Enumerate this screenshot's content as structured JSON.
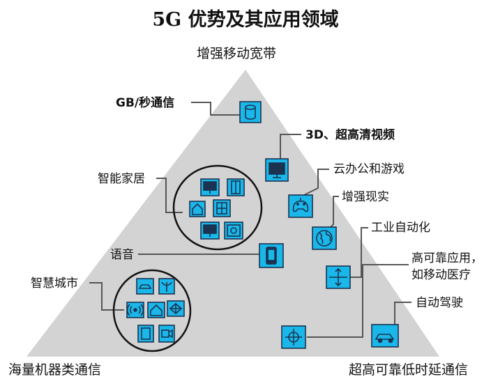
{
  "title": "5G 优势及其应用领域",
  "corners": {
    "top": "增强移动宽带",
    "bottom_left": "海量机器类通信",
    "bottom_right": "超高可靠低时延通信"
  },
  "labels": {
    "gb_comm": "GB/秒通信",
    "video_3d": "3D、超高清视频",
    "cloud_gaming": "云办公和游戏",
    "smart_home": "智能家居",
    "ar": "增强现实",
    "industrial": "工业自动化",
    "voice": "语音",
    "reliable_line1": "高可靠应用，",
    "reliable_line2": "如移动医疗",
    "smart_city": "智慧城市",
    "self_driving": "自动驾驶"
  },
  "colors": {
    "triangle": "#d3d3d3",
    "icon_fill": "#1ab7ea",
    "icon_stroke": "#1b3350",
    "line": "#555555"
  }
}
